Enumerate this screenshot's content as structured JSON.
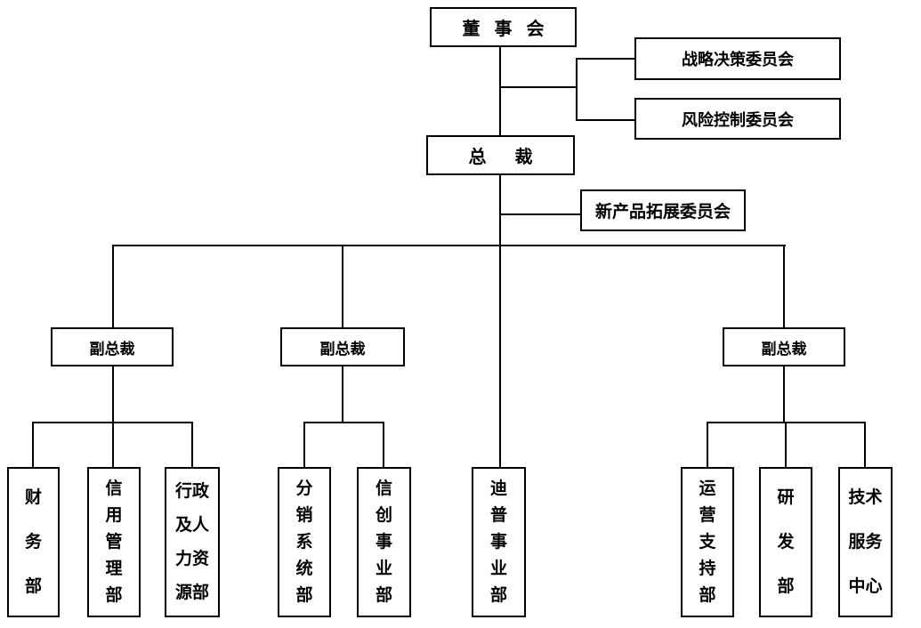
{
  "style": {
    "background_color": "#ffffff",
    "line_color": "#000000",
    "box_border_color": "#000000",
    "text_color": "#000000"
  },
  "org_chart": {
    "type": "org-chart",
    "nodes": {
      "board": {
        "label": "董事会"
      },
      "strategy_committee": {
        "label": "战略决策委员会"
      },
      "risk_committee": {
        "label": "风险控制委员会"
      },
      "president": {
        "label": "总裁"
      },
      "new_product_committee": {
        "label": "新产品拓展委员会"
      },
      "vp_left": {
        "label": "副总裁"
      },
      "vp_middle": {
        "label": "副总裁"
      },
      "vp_right": {
        "label": "副总裁"
      },
      "finance_dept": {
        "label": "财务部",
        "lines": [
          "财",
          "务",
          "部"
        ]
      },
      "credit_mgmt_dept": {
        "label": "信用管理部",
        "lines": [
          "信",
          "用",
          "管",
          "理",
          "部"
        ]
      },
      "admin_hr_dept": {
        "label": "行政及人力资源部",
        "lines": [
          "行政",
          "及人",
          "力资",
          "源部"
        ]
      },
      "distribution_systems_dept": {
        "label": "分销系统部",
        "lines": [
          "分",
          "销",
          "系",
          "统",
          "部"
        ]
      },
      "xinchuang_business_dept": {
        "label": "信创事业部",
        "lines": [
          "信",
          "创",
          "事",
          "业",
          "部"
        ]
      },
      "dipu_business_dept": {
        "label": "迪普事业部",
        "lines": [
          "迪",
          "普",
          "事",
          "业",
          "部"
        ]
      },
      "operations_support_dept": {
        "label": "运营支持部",
        "lines": [
          "运",
          "营",
          "支",
          "持",
          "部"
        ]
      },
      "rd_dept": {
        "label": "研发部",
        "lines": [
          "研",
          "发",
          "部"
        ]
      },
      "tech_service_center": {
        "label": "技术服务中心",
        "lines": [
          "技术",
          "服务",
          "中心"
        ]
      }
    },
    "edges": [
      [
        "board",
        "president"
      ],
      [
        "board",
        "strategy_committee"
      ],
      [
        "board",
        "risk_committee"
      ],
      [
        "president",
        "new_product_committee"
      ],
      [
        "president",
        "vp_left"
      ],
      [
        "president",
        "vp_middle"
      ],
      [
        "president",
        "vp_right"
      ],
      [
        "president",
        "dipu_business_dept"
      ],
      [
        "vp_left",
        "finance_dept"
      ],
      [
        "vp_left",
        "credit_mgmt_dept"
      ],
      [
        "vp_left",
        "admin_hr_dept"
      ],
      [
        "vp_middle",
        "distribution_systems_dept"
      ],
      [
        "vp_middle",
        "xinchuang_business_dept"
      ],
      [
        "vp_right",
        "operations_support_dept"
      ],
      [
        "vp_right",
        "rd_dept"
      ],
      [
        "vp_right",
        "tech_service_center"
      ]
    ]
  }
}
